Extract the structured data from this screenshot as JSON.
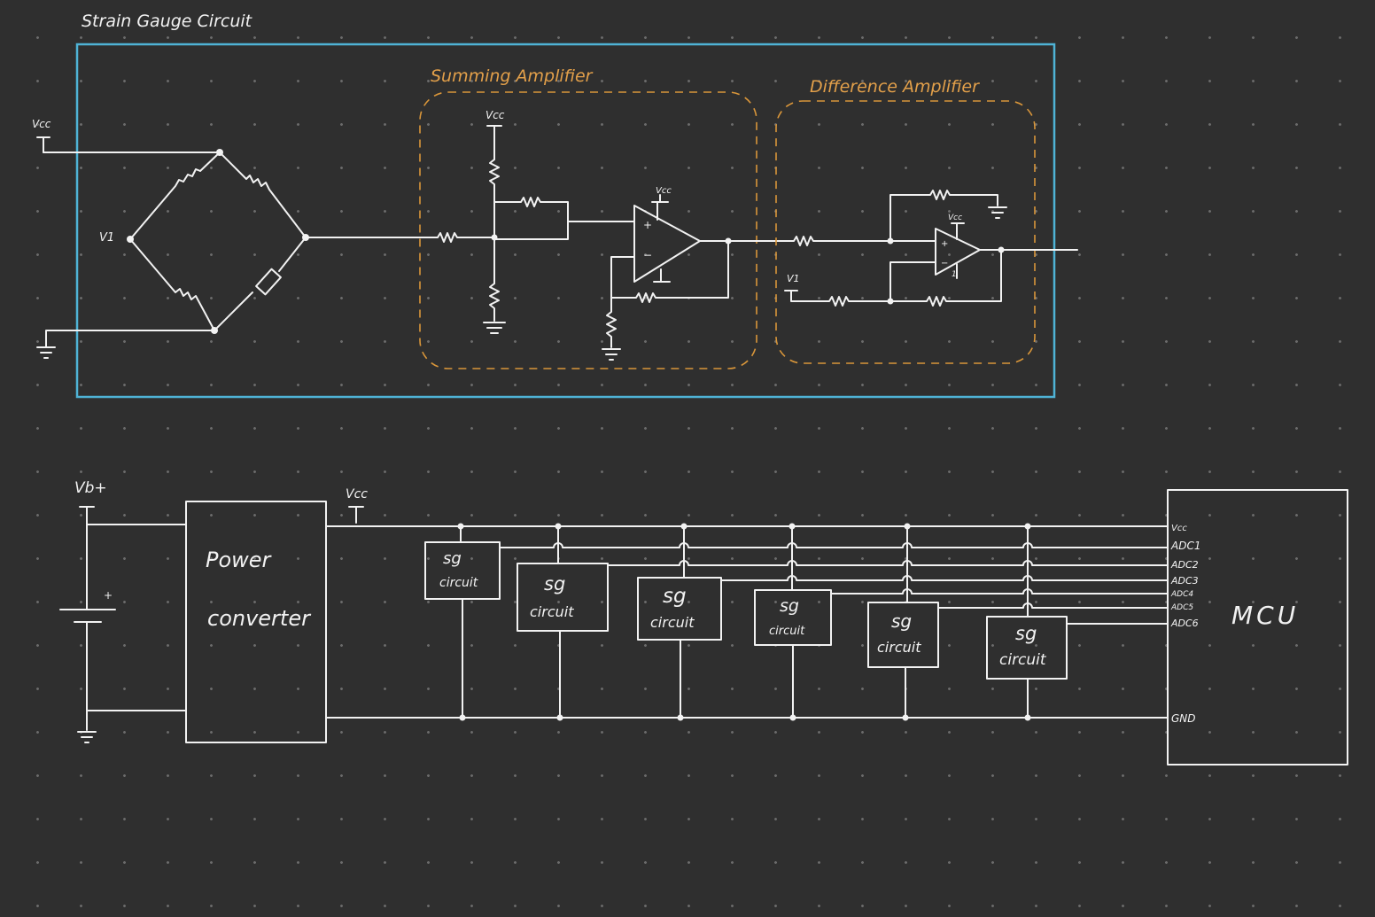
{
  "colors": {
    "background": "#2f2f2f",
    "ink": "#f2f2f2",
    "frame": "#4fb3d6",
    "annotation": "#e3a04a"
  },
  "titles": {
    "strain_gauge": "Strain Gauge Circuit",
    "summing": "Summing Amplifier",
    "difference": "Difference Amplifier"
  },
  "labels": {
    "vcc": "Vcc",
    "v1": "V1",
    "vb_plus": "Vb+",
    "plus": "+",
    "minus": "−",
    "one": "1"
  },
  "blocks": {
    "power": [
      "Power",
      "converter"
    ],
    "sg": [
      "sg",
      "circuit"
    ],
    "mcu": "MCU"
  },
  "mcu_pins": [
    "Vcc",
    "ADC1",
    "ADC2",
    "ADC3",
    "ADC4",
    "ADC5",
    "ADC6",
    "GND"
  ]
}
